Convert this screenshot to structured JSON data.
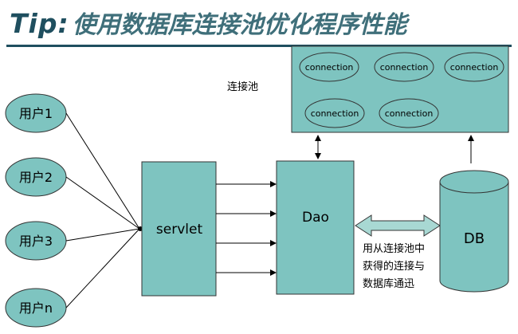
{
  "title": {
    "prefix": "Tip:",
    "text": "使用数据库连接池优化程序性能"
  },
  "pool_label": "连接池",
  "pool": {
    "connections": [
      "connection",
      "connection",
      "connection",
      "connection",
      "connection"
    ]
  },
  "users": [
    "用户1",
    "用户2",
    "用户3",
    "用户n"
  ],
  "servlet_label": "servlet",
  "dao_label": "Dao",
  "db_label": "DB",
  "note": "用从连接池中获得的连接与数据库通迅",
  "colors": {
    "fill": "#7ec4c0",
    "stroke": "#333333",
    "title_dark": "#1f4f5f",
    "title_light": "#3f6f7a",
    "arrow_fill": "#a8d8d3"
  }
}
